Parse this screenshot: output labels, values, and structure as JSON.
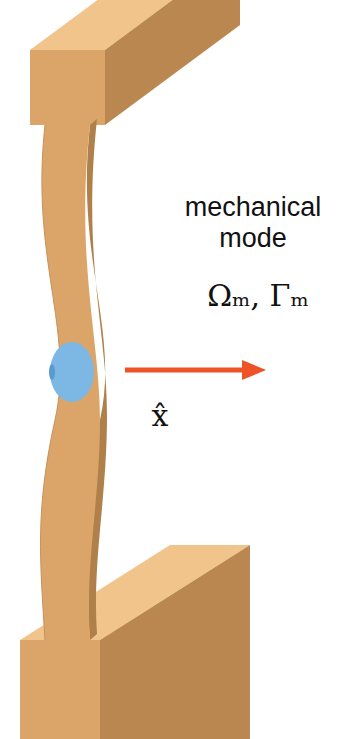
{
  "diagram": {
    "labels": [
      "mechanical mode",
      "Ωₘ, Γₘ",
      "x̂"
    ]
  }
}
